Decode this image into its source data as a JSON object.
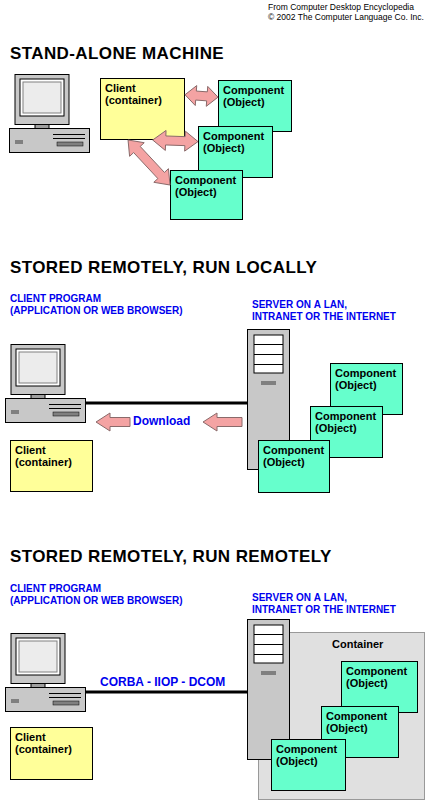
{
  "diagram": {
    "nodes": [
      {
        "text": [
          "Client (container)"
        ]
      },
      {
        "text": [
          "Component (Object)"
        ]
      },
      {
        "text": [
          "Component (Object)"
        ]
      },
      {
        "text": [
          "Component (Object)"
        ]
      },
      {
        "text": [
          "Client (container)"
        ]
      },
      {
        "text": [
          "Component (Object)"
        ]
      },
      {
        "text": [
          "Component (Object)"
        ]
      },
      {
        "text": [
          "Component (Object)"
        ]
      },
      {
        "text": [
          "Client (container)"
        ]
      },
      {
        "text": [
          "Container"
        ]
      },
      {
        "text": [
          "Component (Object)"
        ],
        "in": 9
      },
      {
        "text": [
          "Component (Object)"
        ],
        "in": 9
      },
      {
        "text": [
          "Component (Object)"
        ],
        "in": 9
      }
    ],
    "edges": [
      {
        "from": 0,
        "to": 1,
        "arrow": "both"
      },
      {
        "from": 0,
        "to": 2,
        "arrow": "both"
      },
      {
        "from": 0,
        "to": 3,
        "arrow": "both"
      }
    ],
    "labels": [
      "From Computer Desktop Encyclopedia",
      "© 2002 The Computer Language Co. Inc.",
      "STAND-ALONE MACHINE",
      "STORED REMOTELY, RUN LOCALLY",
      "CLIENT PROGRAM",
      "(APPLICATION OR WEB BROWSER)",
      "SERVER ON A LAN, INTRANET OR THE INTERNET",
      "Download",
      "STORED REMOTELY, RUN REMOTELY",
      "CLIENT PROGRAM",
      "(APPLICATION OR WEB BROWSER)",
      "SERVER ON A LAN, INTRANET OR THE INTERNET",
      "CORBA - IIOP - DCOM"
    ]
  }
}
